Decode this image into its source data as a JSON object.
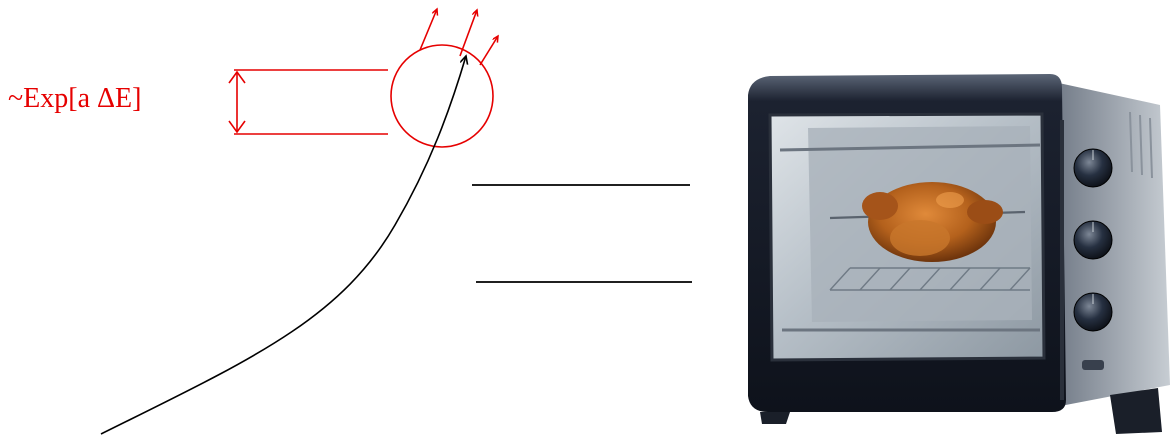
{
  "formula": {
    "prefix": "~Exp[a ",
    "delta": "Δ",
    "suffix": "E]"
  },
  "colors": {
    "accent": "#e60000",
    "ink": "#000000",
    "oven_body": "#1c2230",
    "oven_glass": "#9aa4ad",
    "chicken": "#b4611c"
  },
  "icons": {
    "escape_arrows": "up-right-arrow",
    "trajectory": "curved-arrow",
    "oven": "toaster-oven-illustration"
  }
}
